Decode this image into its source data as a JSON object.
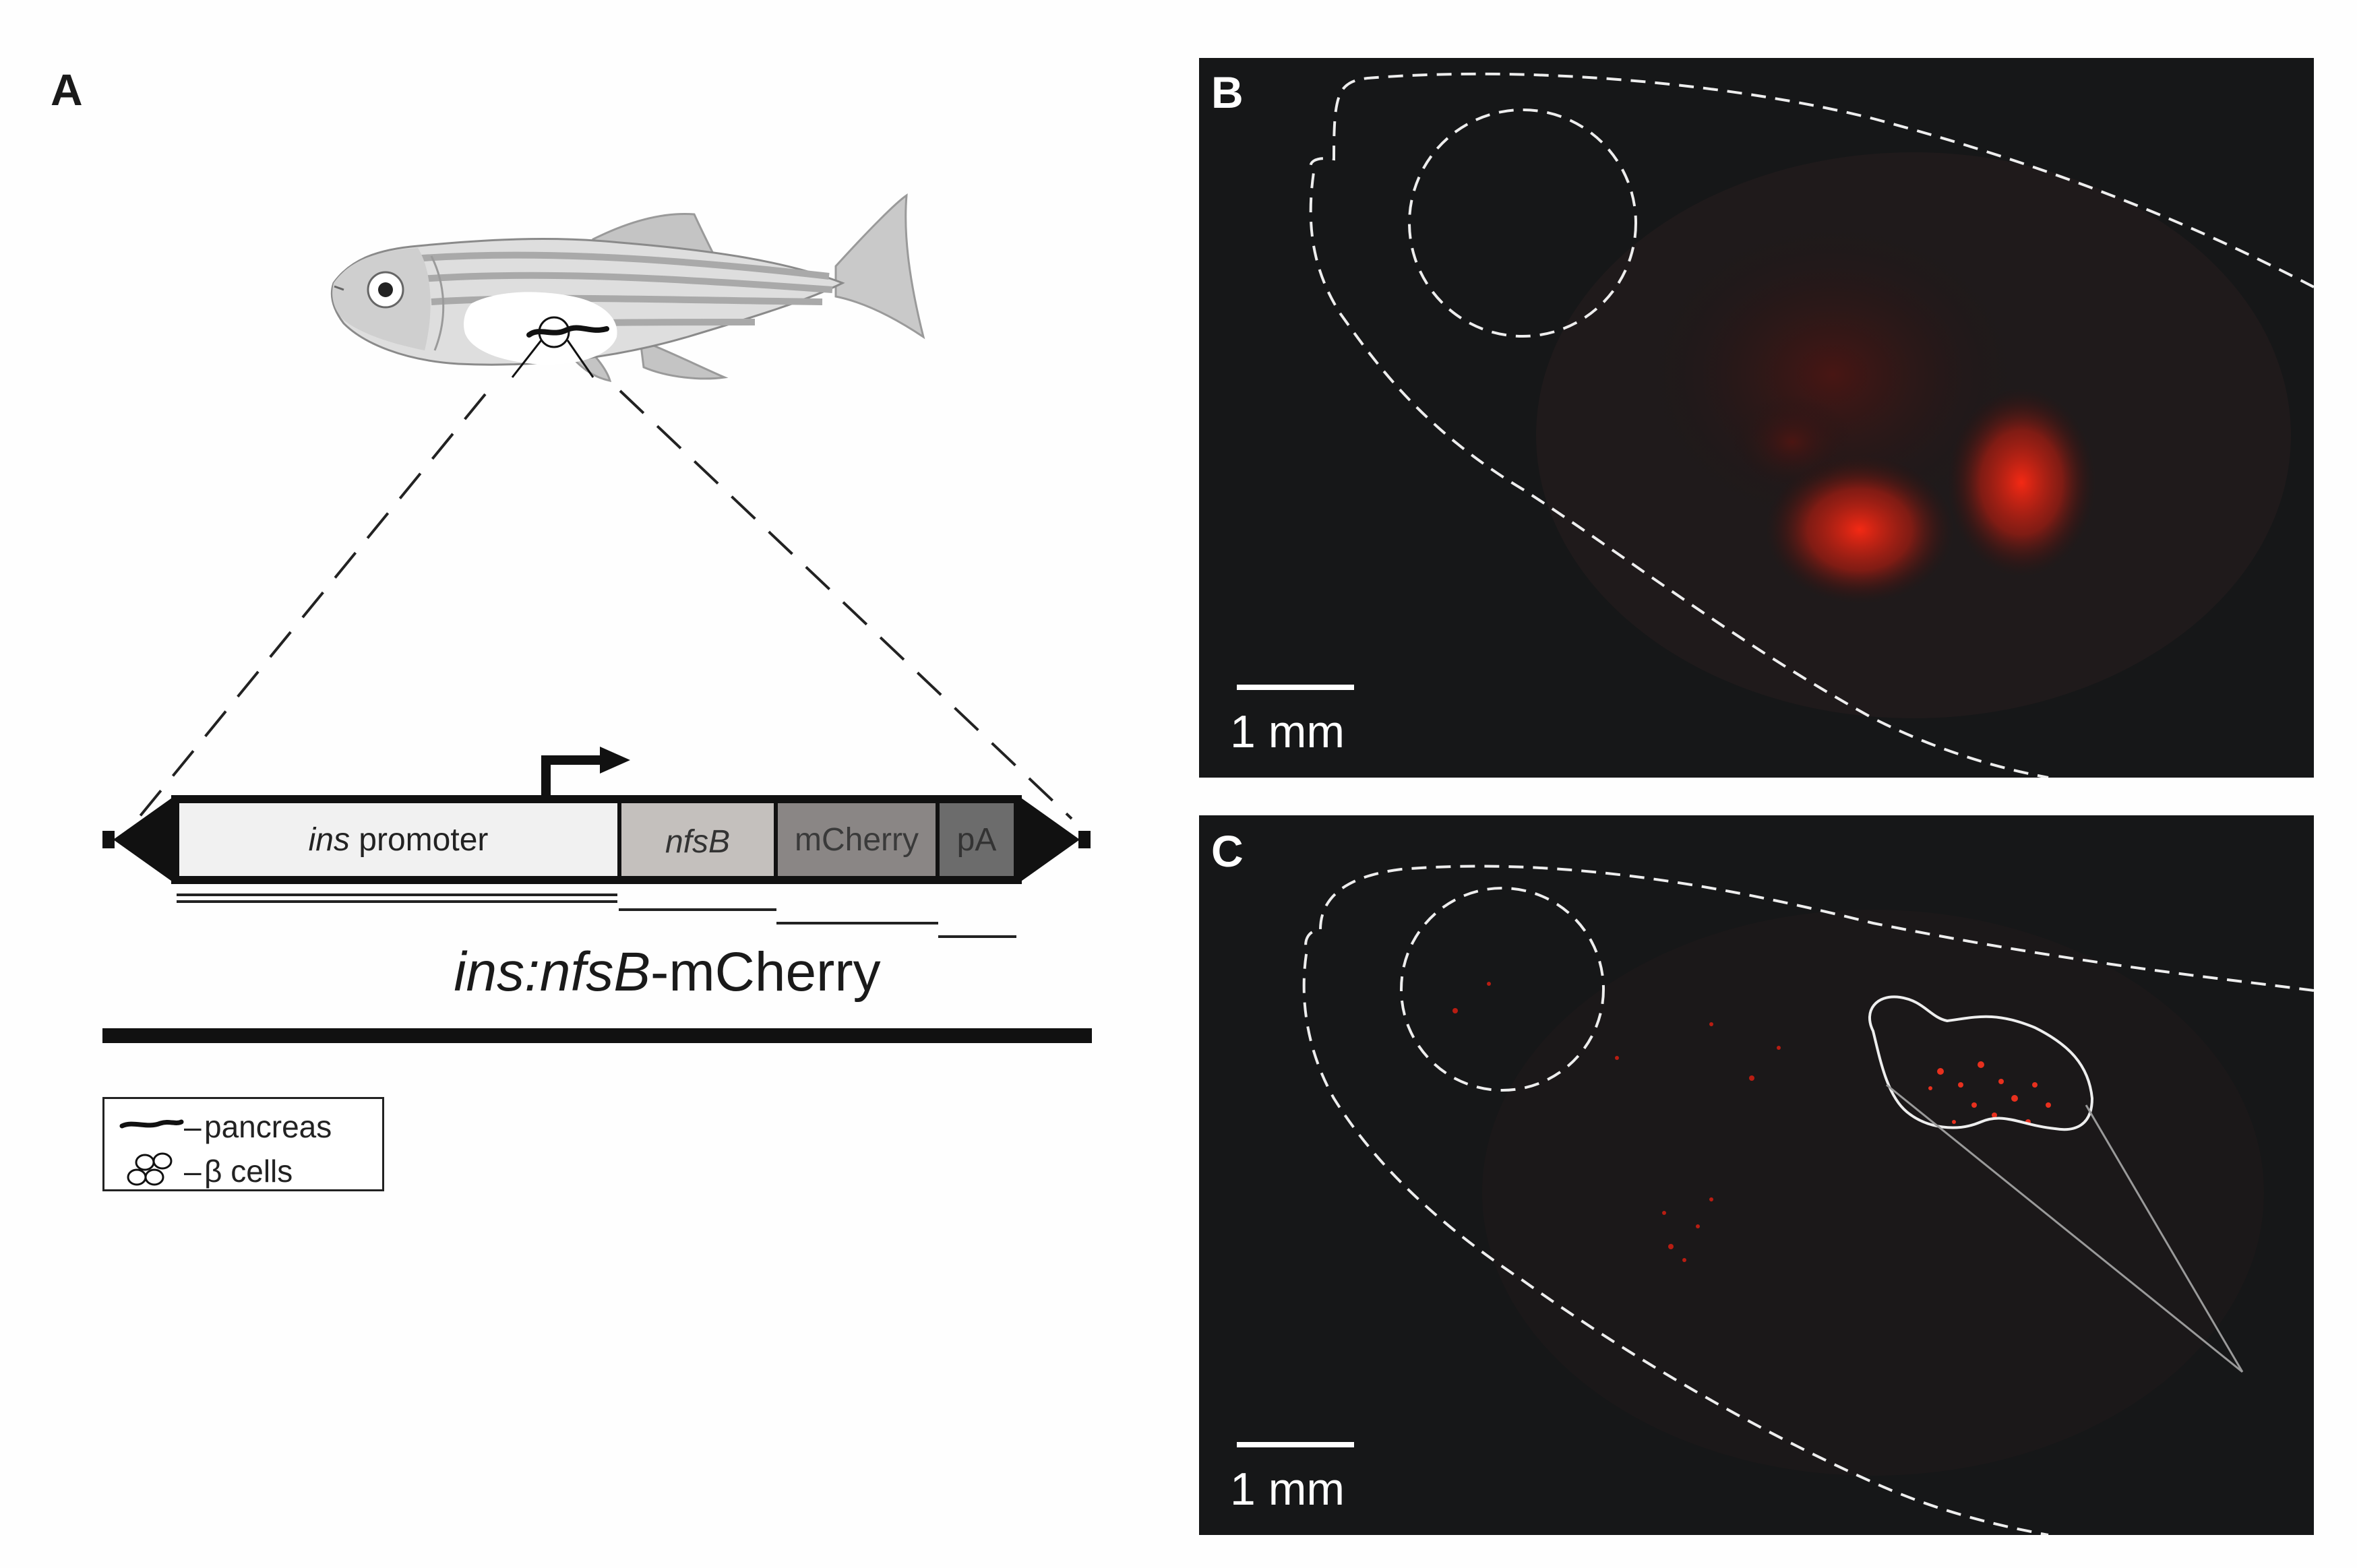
{
  "panels": {
    "a_label": "A",
    "b_label": "B",
    "c_label": "C"
  },
  "construct": {
    "segments": [
      {
        "italic": "ins",
        "plain": " promoter"
      },
      {
        "italic": "nfsB",
        "plain": ""
      },
      {
        "italic": "",
        "plain": "mCherry"
      },
      {
        "italic": "",
        "plain": "pA"
      }
    ],
    "title_italic": "ins:nfsB",
    "title_plain": "-mCherry",
    "segment_fills": [
      "#f1f1f1",
      "#c4c0bd",
      "#8a8685",
      "#6c6c6c"
    ]
  },
  "legend": {
    "dash": "–",
    "pancreas_label": "pancreas",
    "beta_cells_label": "β cells"
  },
  "scale_bars": {
    "b_label": "1 mm",
    "c_label": "1 mm"
  },
  "colors": {
    "micro_background": "#161718",
    "fluorescence": "#e0301e",
    "outline": "#e8e8e8"
  }
}
